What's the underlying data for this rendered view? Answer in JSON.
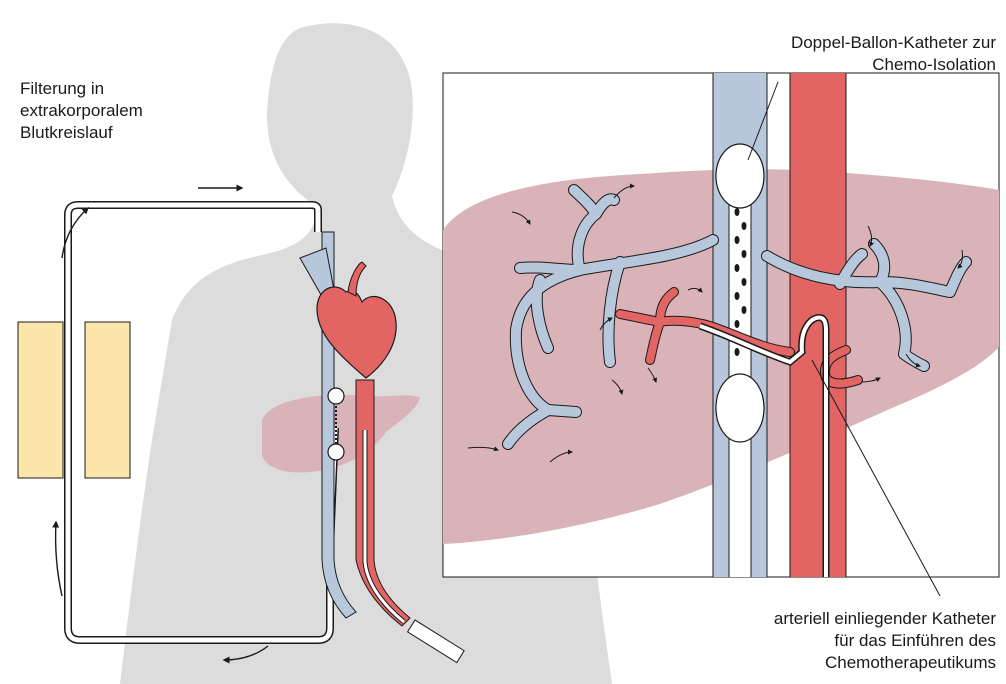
{
  "labels": {
    "filtering": "Filterung in\nextrakorporalem\nBlutkreislauf",
    "double_balloon": "Doppel-Ballon-Katheter zur\nChemo-Isolation",
    "arterial_catheter": "arteriell einliegender Katheter\nfür das Einführen des\nChemotherapeutikums"
  },
  "colors": {
    "silhouette": "#dcdcdc",
    "liver": "#d9b3b8",
    "vein": "#b8c8dc",
    "artery": "#e26563",
    "heart": "#e26563",
    "filter": "#fce5a8",
    "outline": "#1a1a1a"
  }
}
